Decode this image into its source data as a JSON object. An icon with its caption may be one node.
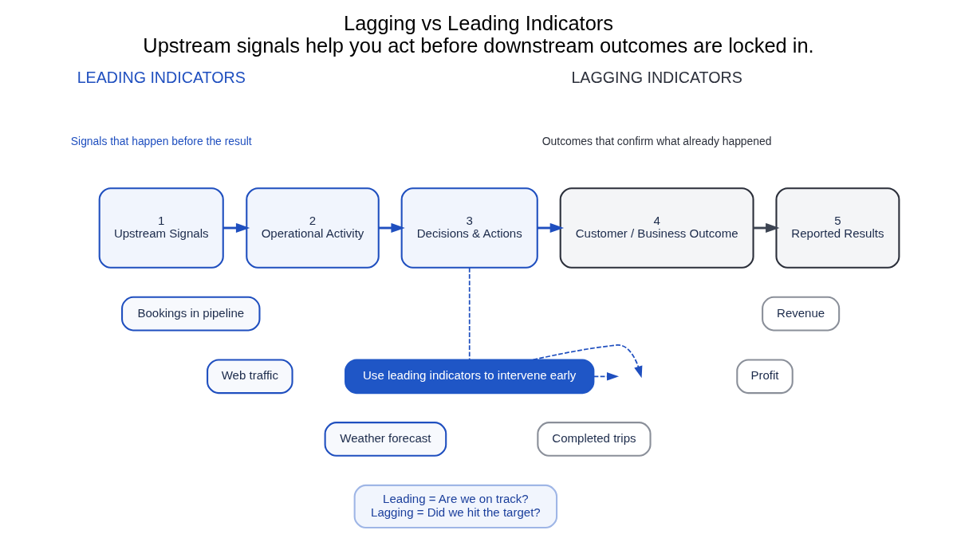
{
  "diagram": {
    "title": "Lagging vs Leading Indicators",
    "caption": "Upstream signals help you act before downstream outcomes are locked in.",
    "nodes": [
      {
        "text": [
          "1",
          "Upstream Signals"
        ]
      },
      {
        "text": [
          "2",
          "Operational Activity"
        ]
      },
      {
        "text": [
          "3",
          "Decisions & Actions"
        ]
      },
      {
        "text": [
          "4",
          "Customer / Business Outcome"
        ]
      },
      {
        "text": [
          "5",
          "Reported Results"
        ]
      },
      {
        "text": [
          "Bookings in pipeline"
        ]
      },
      {
        "text": [
          "Web traffic"
        ]
      },
      {
        "text": [
          "Weather forecast"
        ]
      },
      {
        "text": [
          "Use leading indicators to intervene early"
        ]
      },
      {
        "text": [
          "Revenue"
        ]
      },
      {
        "text": [
          "Profit"
        ]
      },
      {
        "text": [
          "Completed trips"
        ]
      },
      {
        "text": [
          "Leading = Are we on track?",
          "Lagging = Did we hit the target?"
        ]
      }
    ],
    "edges": [
      {
        "from": 0,
        "to": 1,
        "arrow": "to"
      },
      {
        "from": 1,
        "to": 2,
        "arrow": "to"
      },
      {
        "from": 2,
        "to": 3,
        "arrow": "to"
      },
      {
        "from": 3,
        "to": 4,
        "arrow": "to",
        "color": "#3d4452"
      },
      {
        "from": 2,
        "to": 8,
        "arrow": "none",
        "style": "dashed"
      },
      {
        "from": 8,
        "to": null,
        "arrow": "to",
        "style": "dashed"
      },
      {
        "from": 8,
        "to": null,
        "arrow": "to",
        "style": "dashed"
      }
    ],
    "labels": [
      "LEADING INDICATORS",
      "Signals that happen before the result",
      "LAGGING INDICATORS",
      "Outcomes that confirm what already happened"
    ]
  }
}
